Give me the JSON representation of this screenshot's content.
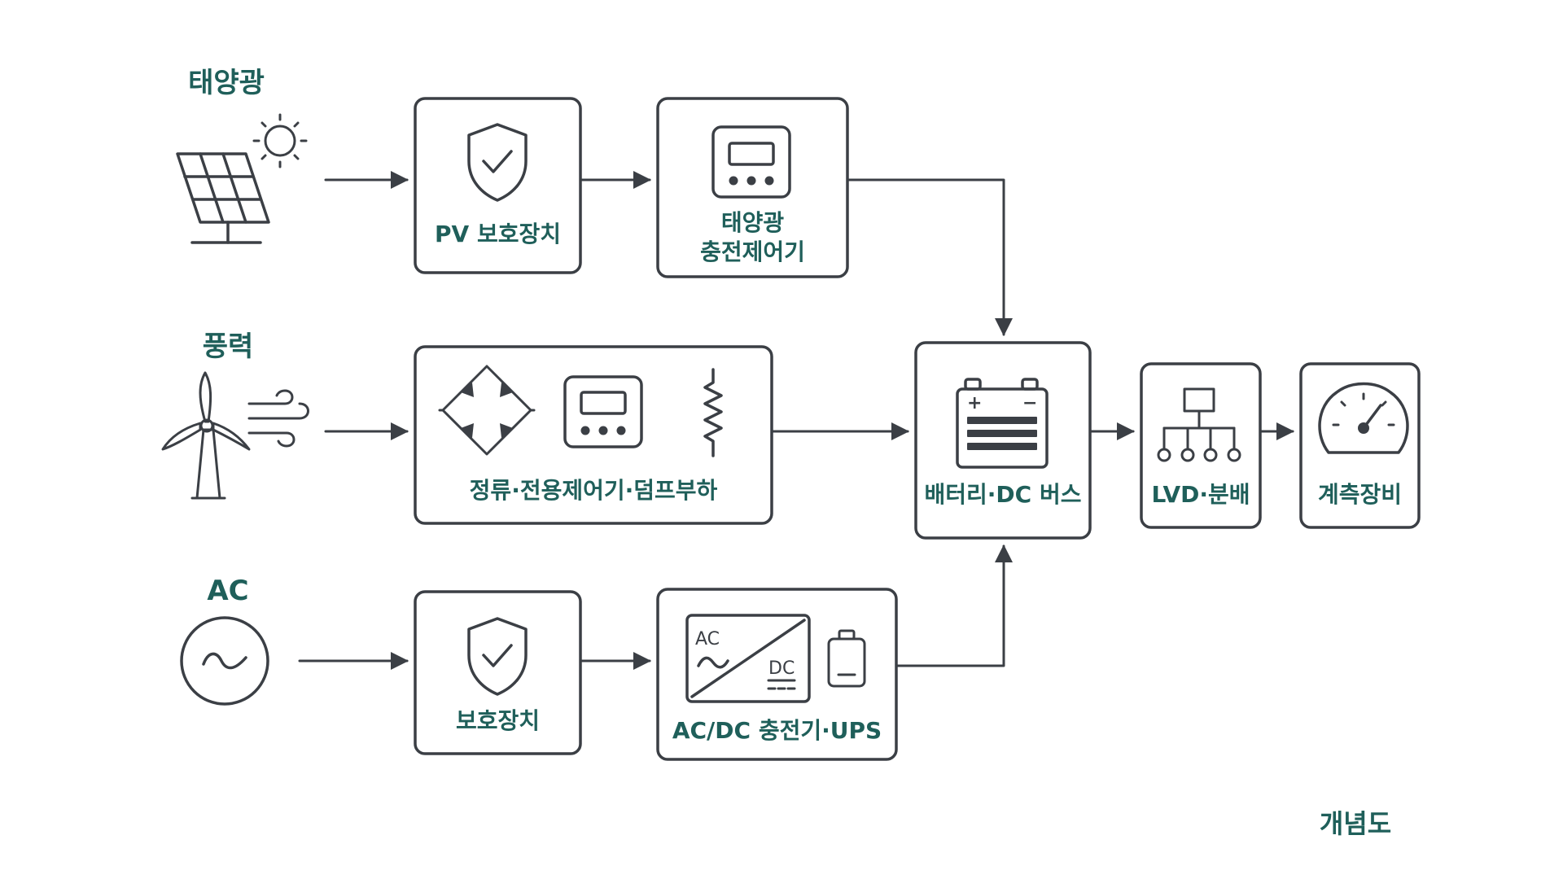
{
  "sources": {
    "solar": "태양광",
    "wind": "풍력",
    "ac": "AC"
  },
  "boxes": {
    "pv_protection": "PV 보호장치",
    "solar_controller": "태양광\n충전제어기",
    "wind_chain": "정류·전용제어기·덤프부하",
    "ac_protection": "보호장치",
    "acdc_charger": "AC/DC 충전기·UPS",
    "battery_bus": "배터리·DC 버스",
    "lvd": "LVD·분배",
    "metering": "계측장비"
  },
  "icon_text": {
    "conv_ac": "AC",
    "conv_dc": "DC",
    "bat_plus": "+",
    "bat_minus": "−"
  },
  "caption": "개념도",
  "colors": {
    "accent": "#1f5f5a",
    "stroke": "#3b3f45"
  },
  "icons": [
    "solar-panel-icon",
    "sun-icon",
    "wind-turbine-icon",
    "wind-gust-icon",
    "ac-source-icon",
    "shield-check-icon",
    "charge-controller-icon",
    "bridge-rectifier-icon",
    "resistor-icon",
    "ac-dc-converter-icon",
    "battery-icon",
    "distribution-tree-icon",
    "gauge-icon"
  ]
}
